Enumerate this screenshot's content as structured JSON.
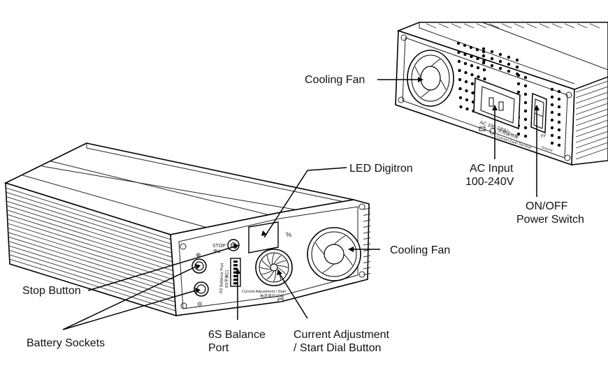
{
  "rear": {
    "cooling_fan_label": "Cooling Fan",
    "ac_input_label_1": "AC Input",
    "ac_input_label_2": "100-240V",
    "power_switch_label_1": "ON/OFF",
    "power_switch_label_2": "Power Switch",
    "panel_text_ac": "AC 100-240V~",
    "panel_text_earth_cn": "外壳接地端",
    "panel_text_earth_en": "Connect Earth Terminal",
    "panel_text_ground": "Ground",
    "panel_text_off": "FF"
  },
  "front": {
    "led_label": "LED Digitron",
    "cooling_fan_label": "Cooling Fan",
    "stop_button_label": "Stop Button",
    "battery_sockets_label": "Battery Sockets",
    "balance_port_label_1": "6S Balance",
    "balance_port_label_2": "Port",
    "dial_label_1": "Current Adjustment",
    "dial_label_2": "/ Start Dial Button",
    "panel_text_stop": "STOP",
    "panel_text_stop_cn": "停止",
    "panel_text_percent": "%",
    "panel_text_plus": "⊕",
    "panel_text_minus": "⊖",
    "panel_text_balance": "6S Balance Port",
    "panel_text_balance_cn": "6S平衡口",
    "panel_text_dial": "Current Adjustment / Start",
    "panel_text_dial_cn": "电流调节/开始"
  }
}
